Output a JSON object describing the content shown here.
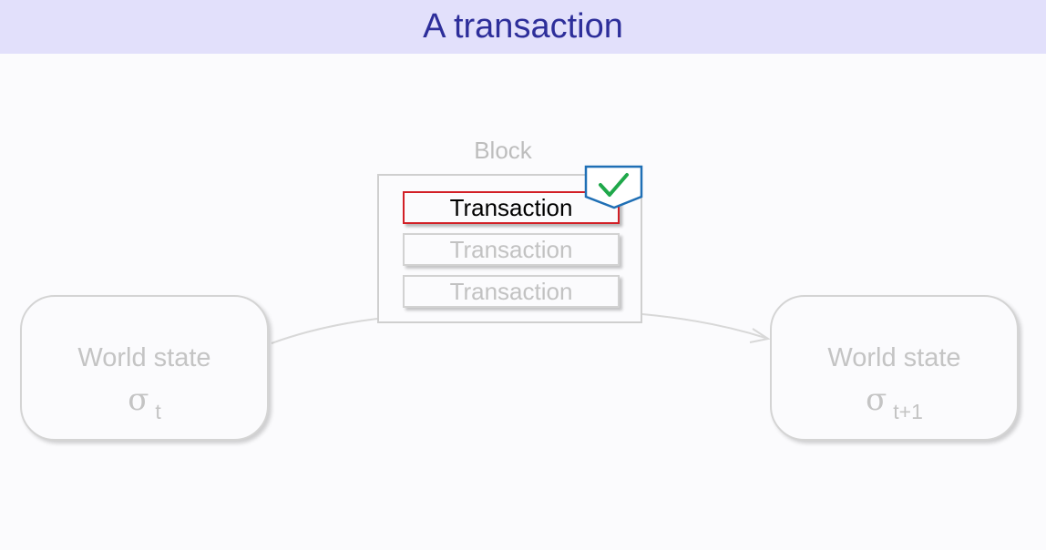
{
  "title": "A transaction",
  "block": {
    "label": "Block",
    "transactions": [
      "Transaction",
      "Transaction",
      "Transaction"
    ],
    "status_icon": "checkmark-icon"
  },
  "states": {
    "left": {
      "label": "World state",
      "symbol": "σ",
      "subscript": "t"
    },
    "right": {
      "label": "World state",
      "symbol": "σ",
      "subscript": "t+1"
    }
  },
  "colors": {
    "title_bar": "#e2e0fb",
    "title_text": "#2d2e9a",
    "active_border": "#d21f26",
    "check_badge_border": "#1f6fb5",
    "check_mark": "#1fa84a",
    "dimmed": "#c4c4c4"
  }
}
